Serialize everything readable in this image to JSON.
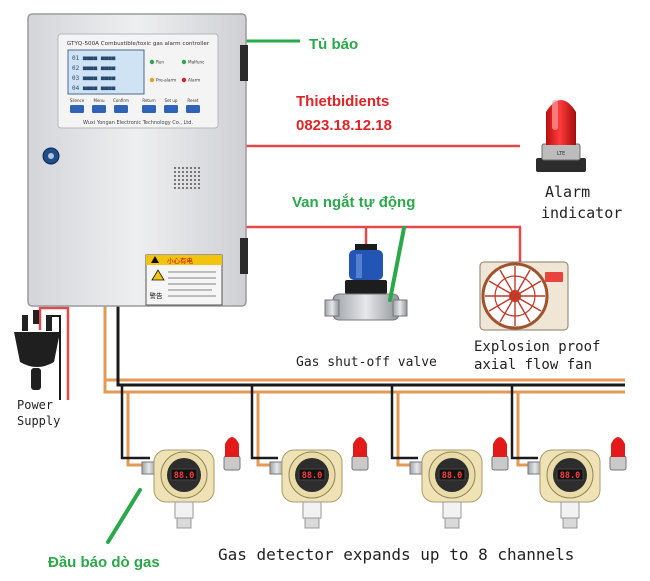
{
  "cabinet": {
    "model_title": "GTYQ-500A Combustible/toxic gas alarm controller",
    "manufacturer": "Wuxi Yongan Electronic Technology Co., Ltd.",
    "screen_lines": [
      "01 ■■■■ ■■■■",
      "02 ■■■■ ■■■■",
      "03 ■■■■ ■■■■",
      "04 ■■■■ ■■■■"
    ],
    "indicators": [
      "Run",
      "Malfunc",
      "Pre-alarm",
      "Alarm"
    ],
    "buttons": [
      "Silence",
      "Menu",
      "Confirm",
      "Return",
      "Set up",
      "Reset"
    ],
    "warning_header": "小心有电",
    "warning_footer": "警告"
  },
  "labels": {
    "cabinet": "Tủ báo",
    "company": "Thietbidients",
    "phone": "0823.18.12.18",
    "alarm_line1": "Alarm",
    "alarm_line2": "indicator",
    "valve_vn": "Van ngắt tự động",
    "valve_en": "Gas shut-off valve",
    "fan_line1": "Explosion proof",
    "fan_line2": "axial flow fan",
    "power_line1": "Power",
    "power_line2": "Supply",
    "detector_vn": "Đầu báo dò gas",
    "detector_en": "Gas detector expands up to 8 channels"
  },
  "detectors": [
    {
      "reading": "88.0"
    },
    {
      "reading": "88.0"
    },
    {
      "reading": "88.0"
    },
    {
      "reading": "88.0"
    }
  ],
  "colors": {
    "label_green": "#2aa84a",
    "label_red": "#e02424",
    "wire_red": "#e04a4a",
    "wire_orange": "#e39a55",
    "wire_black": "#1a1a1a",
    "cabinet_body": "#e4e5e7",
    "panel_blue": "#2e63b5",
    "beacon_red": "#e31a1a"
  }
}
